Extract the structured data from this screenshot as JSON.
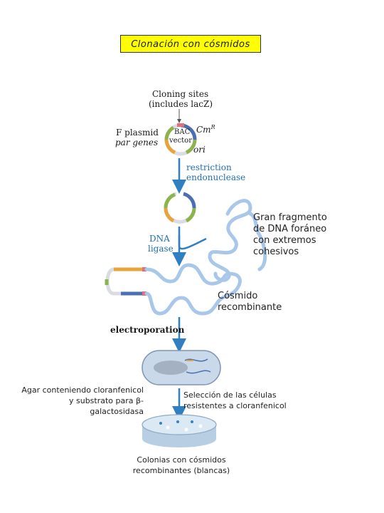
{
  "title": "Clonación con cósmidos",
  "labels": {
    "cloning_sites": "Cloning sites",
    "includes_lacz": "(includes lacZ)",
    "f_plasmid": "F plasmid",
    "par_genes": "par genes",
    "bac": "BAC",
    "vector": "vector",
    "cmr": "Cm",
    "cmr_sup": "R",
    "ori": "ori",
    "restriction": "restriction",
    "endonuclease": "endonuclease",
    "dna": "DNA",
    "ligase": "ligase",
    "electroporation": "electroporation"
  },
  "notes": {
    "foreign_dna": [
      "Gran fragmento",
      "de DNA foráneo",
      "con extremos",
      "cohesivos"
    ],
    "recombinant_cosmid": [
      "Cósmido",
      "recombinante"
    ],
    "agar": [
      "Agar conteniendo cloranfenicol",
      "y substrato para β-",
      "galactosidasa"
    ],
    "selection": [
      "Selección de las células",
      "resistentes a cloranfenicol"
    ],
    "colonies": [
      "Colonias con cósmidos",
      "recombinantes (blancas)"
    ]
  },
  "colors": {
    "arrow": "#2f7fc1",
    "title_bg": "#ffff00",
    "dna_strand": "#a9c7e8",
    "vector_orange": "#e8a33a",
    "vector_green": "#8db44a",
    "vector_blue": "#4b6fb3",
    "plate": "#cfe3f3"
  }
}
